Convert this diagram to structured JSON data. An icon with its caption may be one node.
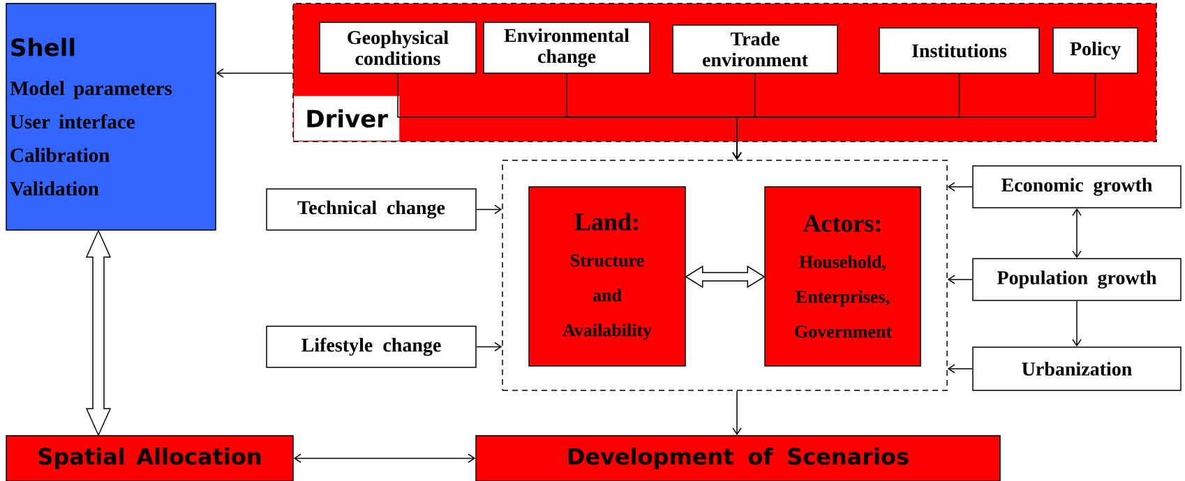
{
  "diagram": {
    "nodes": [
      {
        "text": [
          "Shell",
          "Model parameters",
          "User interface",
          "Calibration",
          "Validation"
        ]
      },
      {
        "text": [
          "Driver"
        ]
      },
      {
        "text": [
          "Geophysical conditions"
        ],
        "in": 1
      },
      {
        "text": [
          "Environmental change"
        ],
        "in": 1
      },
      {
        "text": [
          "Trade environment"
        ],
        "in": 1
      },
      {
        "text": [
          "Institutions"
        ],
        "in": 1
      },
      {
        "text": [
          "Policy"
        ],
        "in": 1
      },
      {
        "text": [
          "Technical change"
        ]
      },
      {
        "text": [],
        "shape": "box"
      },
      {
        "text": [
          "Land:",
          "Structure and Availability"
        ],
        "in": 8
      },
      {
        "text": [
          "Actors:",
          "Household, Enterprises, Government"
        ],
        "in": 8
      },
      {
        "text": [
          "Economic growth"
        ]
      },
      {
        "text": [
          "Population growth"
        ]
      },
      {
        "text": [
          "Lifestyle change"
        ]
      },
      {
        "text": [
          "Urbanization"
        ]
      },
      {
        "text": [
          "Spatial Allocation"
        ]
      },
      {
        "text": [
          "Development of Scenarios"
        ]
      }
    ],
    "edges": [
      {
        "from": 1,
        "to": 0,
        "arrow": "to"
      },
      {
        "from": 2,
        "to": 8,
        "arrow": "to"
      },
      {
        "from": 3,
        "to": 8,
        "arrow": "to"
      },
      {
        "from": 4,
        "to": 8,
        "arrow": "to"
      },
      {
        "from": 5,
        "to": 8,
        "arrow": "to"
      },
      {
        "from": 6,
        "to": 8,
        "arrow": "to"
      },
      {
        "from": 7,
        "to": 8,
        "arrow": "to"
      },
      {
        "from": 13,
        "to": 8,
        "arrow": "to"
      },
      {
        "from": 11,
        "to": 8,
        "arrow": "to"
      },
      {
        "from": 12,
        "to": 8,
        "arrow": "to"
      },
      {
        "from": 14,
        "to": 8,
        "arrow": "to"
      },
      {
        "from": 11,
        "to": 12,
        "arrow": "both"
      },
      {
        "from": 12,
        "to": 14,
        "arrow": "to"
      },
      {
        "from": 9,
        "to": 10,
        "arrow": "both",
        "style": "thick"
      },
      {
        "from": 0,
        "to": 15,
        "arrow": "both",
        "style": "thick"
      },
      {
        "from": 8,
        "to": 16,
        "arrow": "to"
      },
      {
        "from": 15,
        "to": 16,
        "arrow": "both"
      }
    ]
  }
}
